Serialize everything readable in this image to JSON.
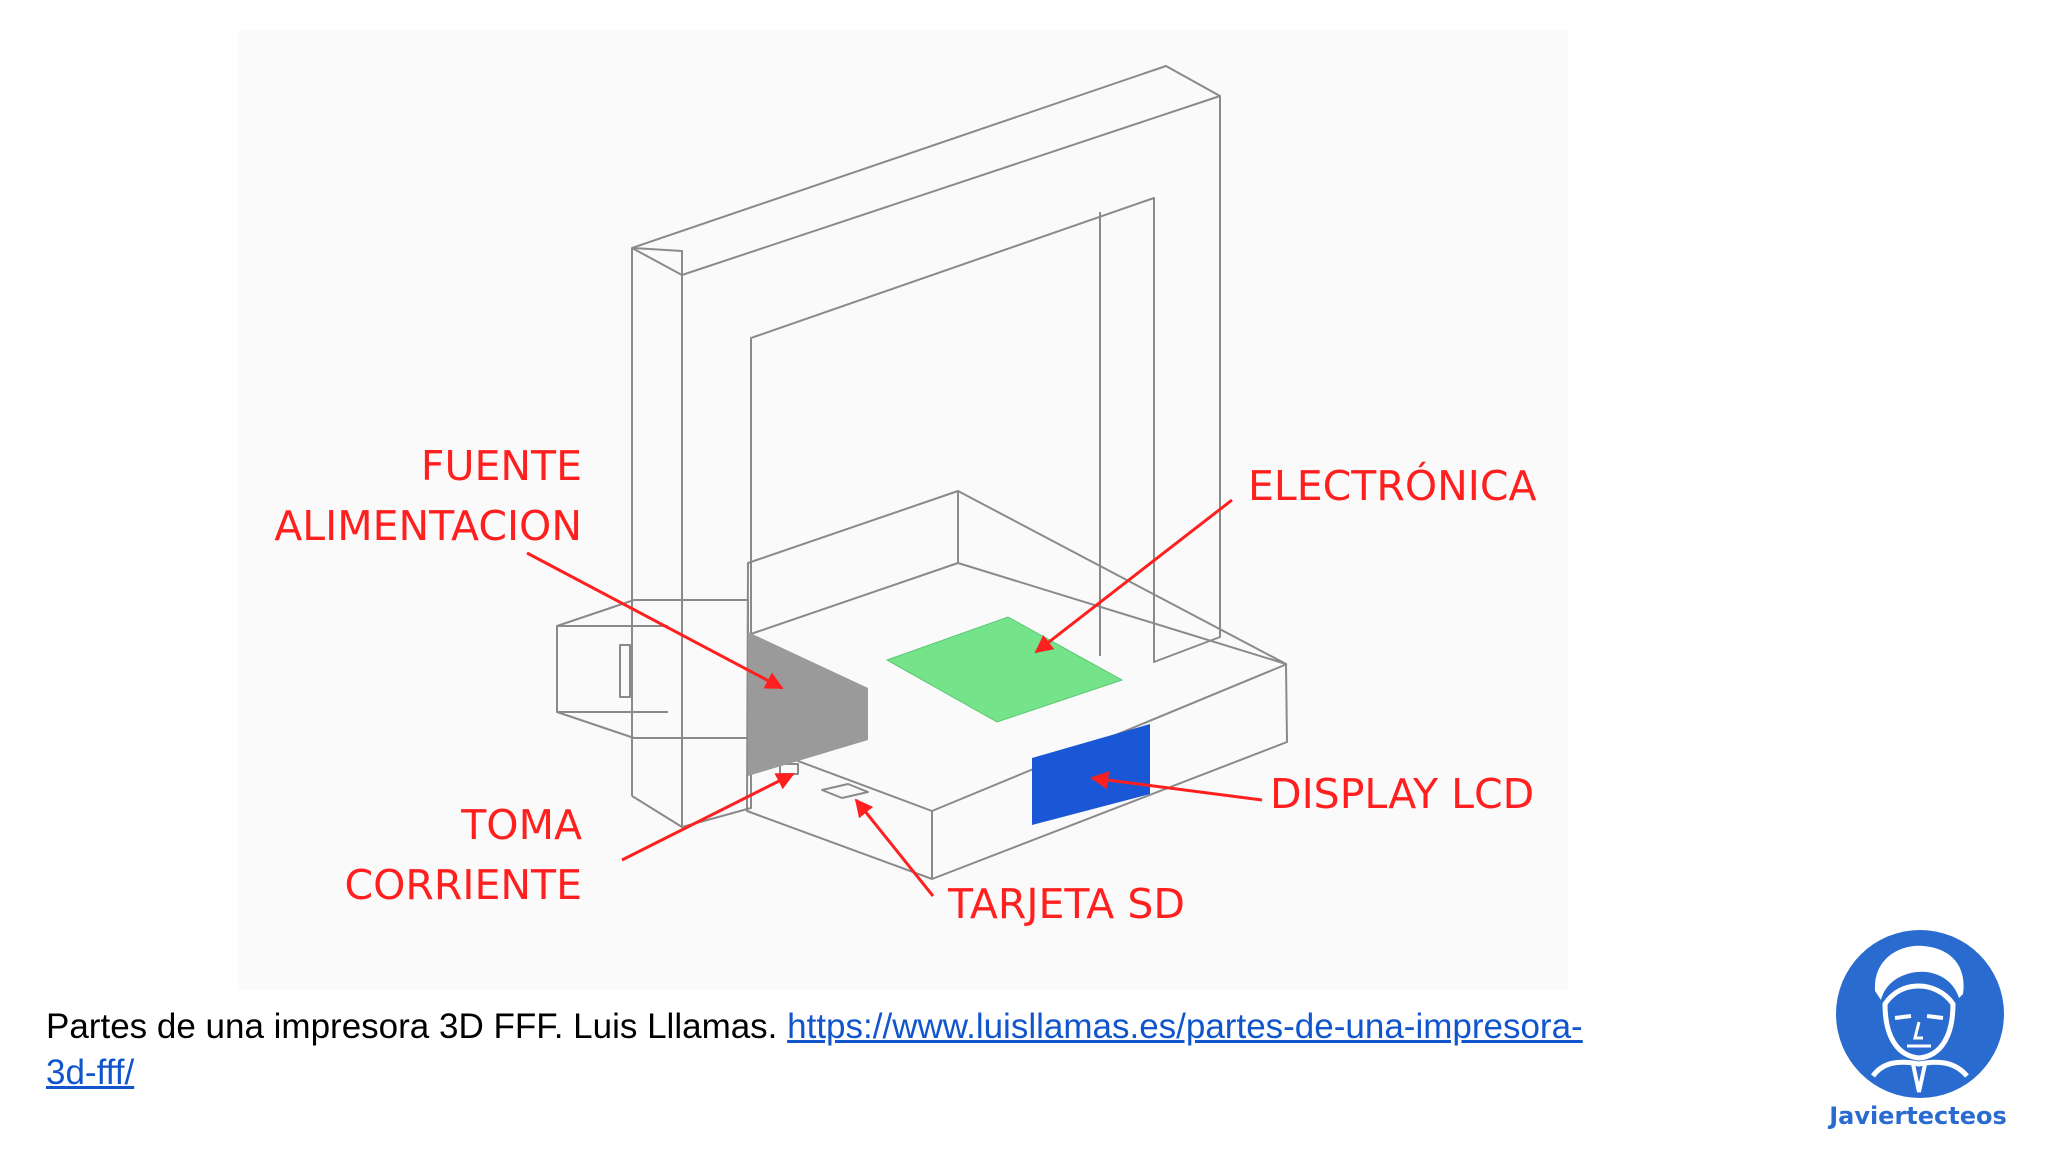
{
  "colors": {
    "label": "#ff1f1f",
    "frame_stroke": "#8a8a8a",
    "power_supply": "#9a9a9a",
    "electronics": "#74e38a",
    "display": "#1a57d6",
    "link": "#1155cc",
    "logo": "#2a6bd0"
  },
  "diagram": {
    "labels": {
      "fuente_line1": "FUENTE",
      "fuente_line2": "ALIMENTACION",
      "electronica": "ELECTRÓNICA",
      "display": "DISPLAY LCD",
      "toma_line1": "TOMA",
      "toma_line2": "CORRIENTE",
      "tarjeta": "TARJETA SD"
    }
  },
  "caption": {
    "text": "Partes de una impresora 3D FFF. Luis Lllamas. ",
    "link": "https://www.luisllamas.es/partes-de-una-impresora-3d-fff/"
  },
  "logo": {
    "brand": "Javiertecteos",
    "icon": "portrait-icon"
  }
}
